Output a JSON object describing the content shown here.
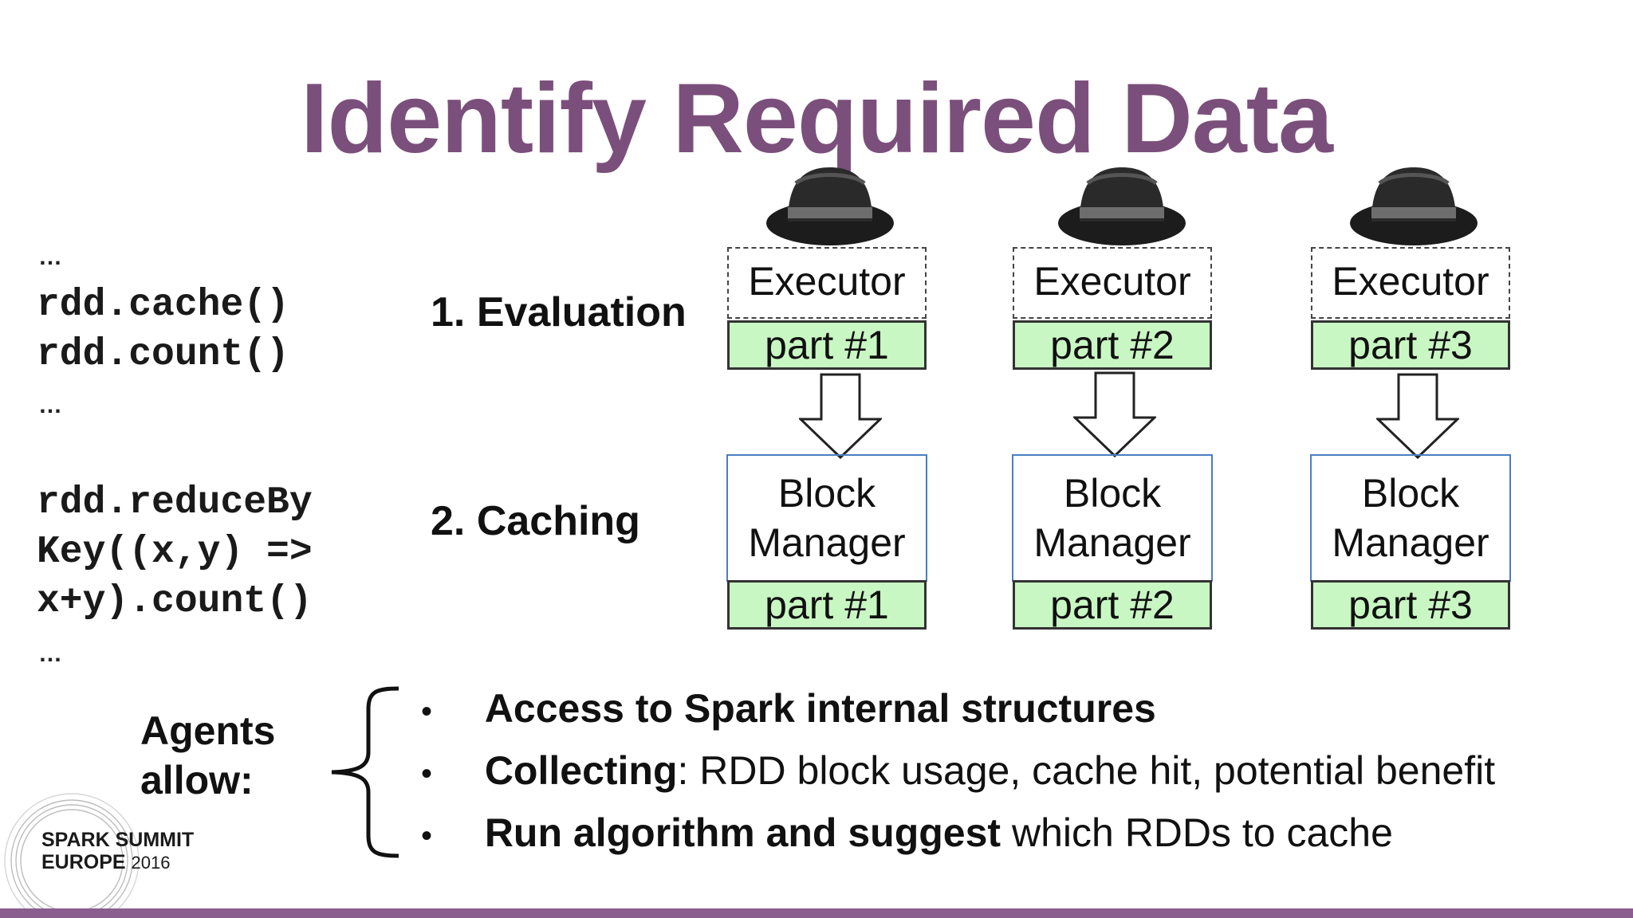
{
  "slide": {
    "title": "Identify Required Data"
  },
  "code": {
    "dots": "…",
    "block1": [
      "rdd.cache()",
      "rdd.count()"
    ],
    "block2": [
      "rdd.reduceBy",
      "Key((x,y) =>",
      "x+y).count()"
    ]
  },
  "steps": {
    "evaluation": "1. Evaluation",
    "caching": "2. Caching"
  },
  "executors": [
    {
      "label": "Executor",
      "part": "part #1",
      "block_label_1": "Block",
      "block_label_2": "Manager",
      "block_part": "part #1"
    },
    {
      "label": "Executor",
      "part": "part #2",
      "block_label_1": "Block",
      "block_label_2": "Manager",
      "block_part": "part #2"
    },
    {
      "label": "Executor",
      "part": "part #3",
      "block_label_1": "Block",
      "block_label_2": "Manager",
      "block_part": "part #3"
    }
  ],
  "agents": {
    "line1": "Agents",
    "line2": "allow:",
    "bullets": [
      {
        "bold": "Access to Spark internal structures",
        "rest": ""
      },
      {
        "bold": "Collecting",
        "rest": ": RDD block usage, cache hit, potential benefit"
      },
      {
        "bold": "Run algorithm and suggest",
        "rest": " which RDDs to cache"
      }
    ]
  },
  "logo": {
    "line1": "SPARK SUMMIT",
    "line2": "EUROPE",
    "year": "2016"
  },
  "colors": {
    "title": "#7b4f7b",
    "part_fill": "#c9f7c3",
    "block_border": "#4a7ec2",
    "footer_bar": "#8b5e90"
  },
  "icons": [
    "fedora-hat-icon",
    "down-arrow-icon",
    "curly-brace-icon"
  ]
}
